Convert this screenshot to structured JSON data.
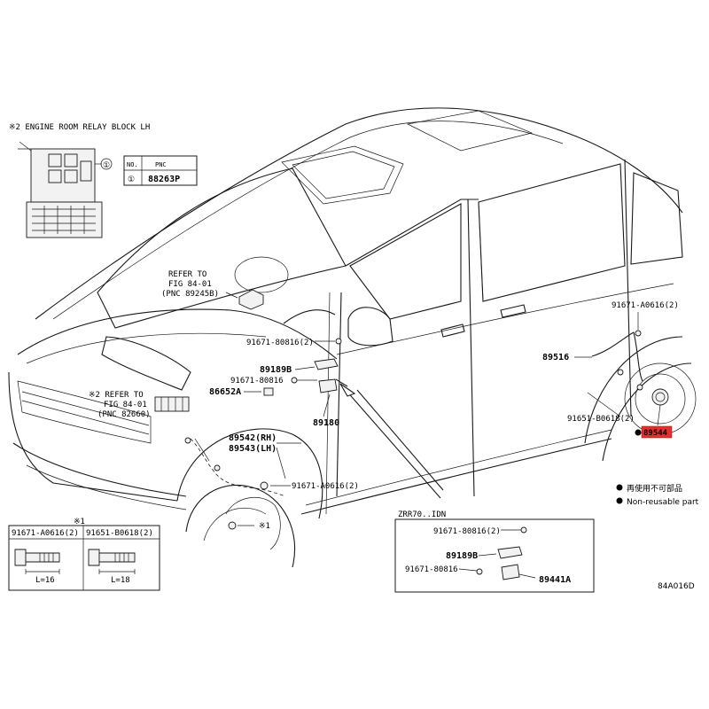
{
  "relay_block": {
    "title": "※2 ENGINE ROOM RELAY BLOCK LH",
    "marker": "①",
    "table": {
      "headers": [
        "NO.",
        "PNC"
      ],
      "rows": [
        [
          "①",
          "88263P"
        ]
      ]
    }
  },
  "refer_1": {
    "line1": "REFER TO",
    "line2": "FIG 84-01",
    "line3": "(PNC 89245B)"
  },
  "refer_2": {
    "line1": "※2 REFER TO",
    "line2": "FIG 84-01",
    "line3": "(PNC 82660)"
  },
  "callouts": {
    "p91671_80816_2": "91671-80816(2)",
    "p89189B": "89189B",
    "p91671_80816": "91671-80816",
    "p86652A": "86652A",
    "p89180": "89180",
    "p89542": "89542(RH)",
    "p89543": "89543(LH)",
    "p91671_A0616_2_front": "91671-A0616(2)",
    "mark_front_wheel": "※1",
    "p91671_A0616_2_rear": "91671-A0616(2)",
    "p89516": "89516",
    "p91651_B0618_2": "91651-B0618(2)",
    "p89544": "89544"
  },
  "legend": {
    "line1": "再使用不可部品",
    "line2": "Non-reusable part"
  },
  "bolt_table": {
    "mark": "※1",
    "columns": [
      {
        "pn": "91671-A0616(2)",
        "length": "L=16"
      },
      {
        "pn": "91651-B0618(2)",
        "length": "L=18"
      }
    ]
  },
  "inset": {
    "title": "ZRR70..IDN",
    "parts": {
      "a": "91671-80816(2)",
      "b": "89189B",
      "c": "91671-80816",
      "d": "89441A"
    }
  },
  "drawing_code": "84A016D",
  "colors": {
    "highlight": "#e23030",
    "line": "#1a1a1a"
  }
}
